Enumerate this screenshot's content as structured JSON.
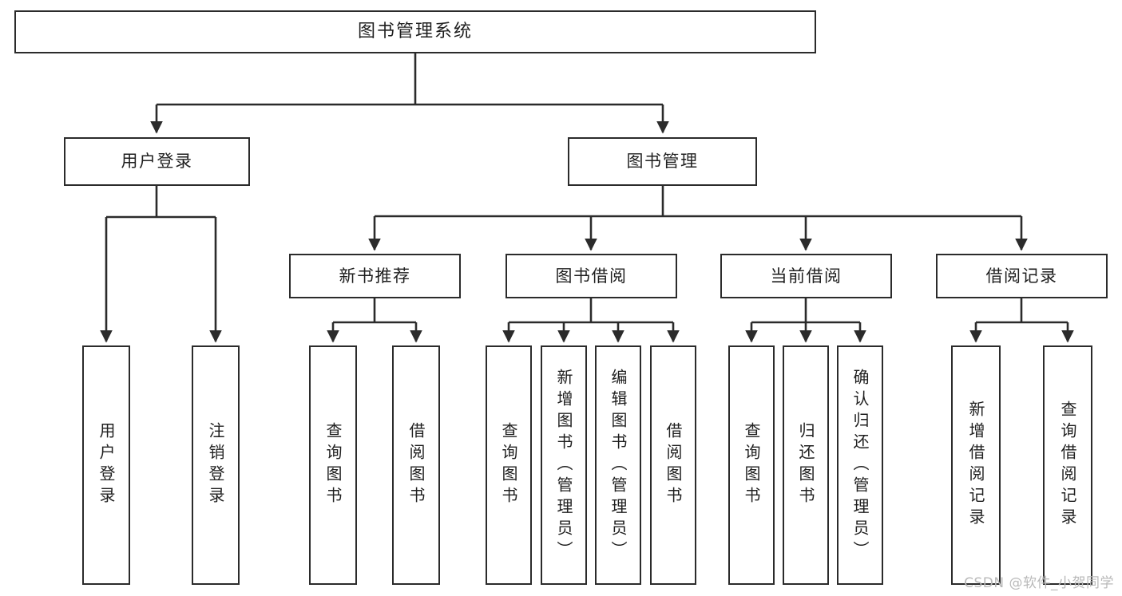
{
  "diagram": {
    "title": "图书管理系统",
    "type": "tree-structure-chart",
    "watermark": "CSDN @软件_小贺同学",
    "colors": {
      "box_border": "#2b2b2b",
      "box_fill": "#ffffff",
      "edge": "#2b2b2b",
      "text": "#1f1f1f",
      "watermark": "#b9b9b9",
      "background": "#ffffff"
    },
    "nodes": {
      "root": {
        "label": "图书管理系统"
      },
      "level1": [
        {
          "id": "user-login",
          "label": "用户登录"
        },
        {
          "id": "book-manage",
          "label": "图书管理"
        }
      ],
      "level2": [
        {
          "id": "new-book-recommend",
          "label": "新书推荐"
        },
        {
          "id": "book-borrow",
          "label": "图书借阅"
        },
        {
          "id": "current-borrow",
          "label": "当前借阅"
        },
        {
          "id": "borrow-record",
          "label": "借阅记录"
        }
      ],
      "leaves": {
        "user_login": [
          {
            "id": "leaf-user-login",
            "label": "用户登录"
          },
          {
            "id": "leaf-logout-login",
            "label": "注销登录"
          }
        ],
        "new_book_recommend": [
          {
            "id": "leaf-query-book-1",
            "label": "查询图书"
          },
          {
            "id": "leaf-borrow-book-1",
            "label": "借阅图书"
          }
        ],
        "book_borrow": [
          {
            "id": "leaf-query-book-2",
            "label": "查询图书"
          },
          {
            "id": "leaf-add-book",
            "label": "新增图书（管理员）"
          },
          {
            "id": "leaf-edit-book",
            "label": "编辑图书（管理员）"
          },
          {
            "id": "leaf-borrow-book-2",
            "label": "借阅图书"
          }
        ],
        "current_borrow": [
          {
            "id": "leaf-query-book-3",
            "label": "查询图书"
          },
          {
            "id": "leaf-return-book",
            "label": "归还图书"
          },
          {
            "id": "leaf-confirm-return",
            "label": "确认归还（管理员）"
          }
        ],
        "borrow_record": [
          {
            "id": "leaf-add-record",
            "label": "新增借阅记录"
          },
          {
            "id": "leaf-query-record",
            "label": "查询借阅记录"
          }
        ]
      }
    }
  }
}
